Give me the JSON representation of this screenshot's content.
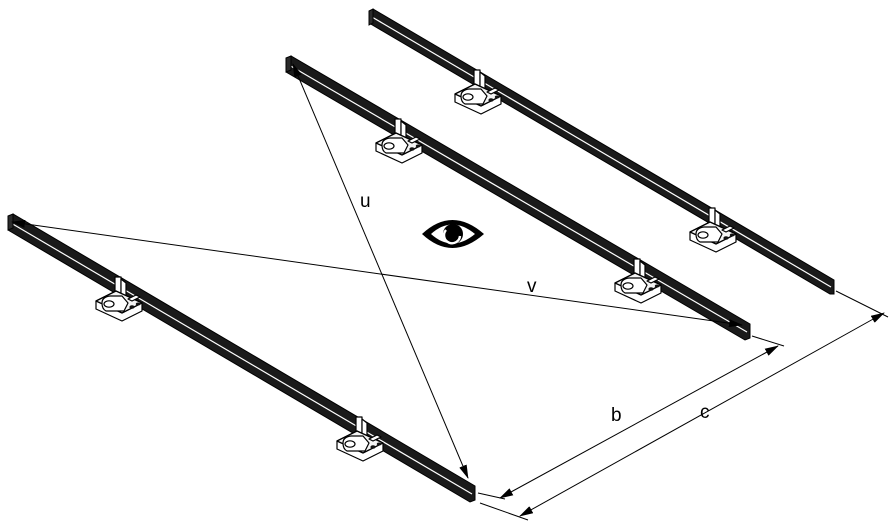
{
  "diagram": {
    "labels": {
      "u": "u",
      "v": "v",
      "b": "b",
      "c": "c"
    },
    "icons": {
      "viewpoint": "eye-icon"
    },
    "rails": [
      "front-rail",
      "middle-rail",
      "back-rail"
    ]
  }
}
